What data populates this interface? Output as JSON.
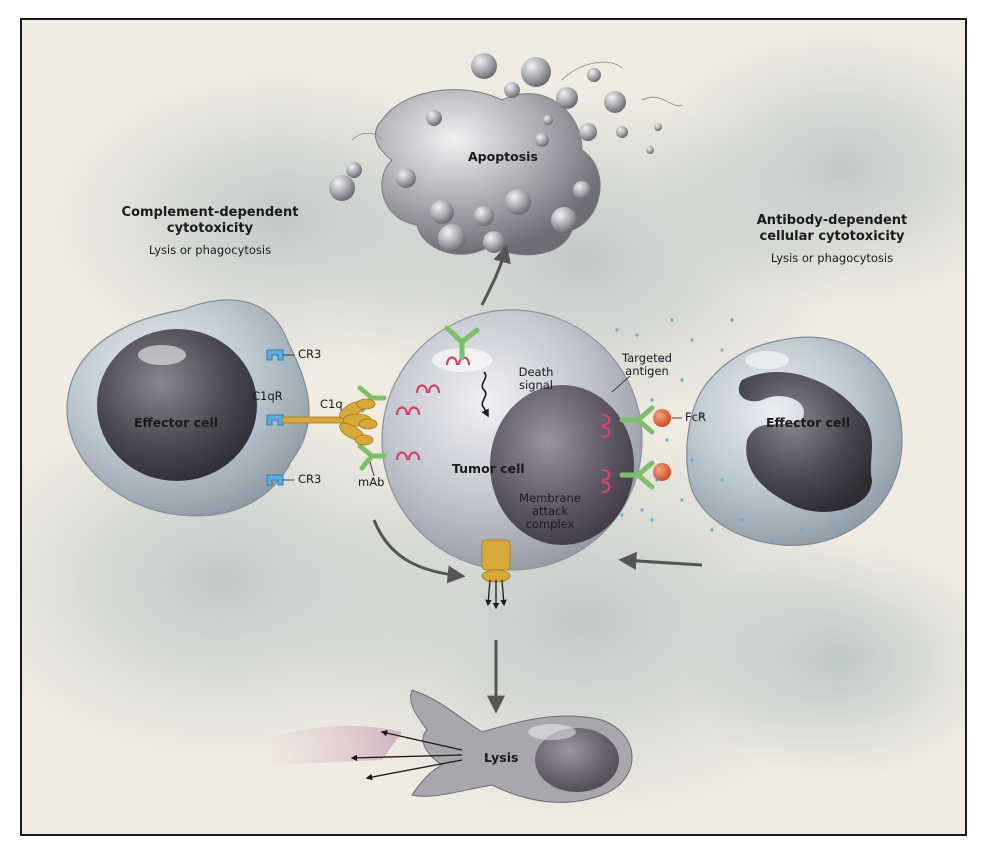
{
  "diagram": {
    "apoptosis_label": "Apoptosis",
    "cdc": {
      "title_line1": "Complement-dependent",
      "title_line2": "cytotoxicity",
      "subtitle": "Lysis or phagocytosis"
    },
    "adcc": {
      "title_line1": "Antibody-dependent",
      "title_line2": "cellular cytotoxicity",
      "subtitle": "Lysis or phagocytosis"
    },
    "left_effector_label": "Effector cell",
    "right_effector_label": "Effector cell",
    "tumor_label": "Tumor cell",
    "lysis_label": "Lysis",
    "labels": {
      "cr3_top": "CR3",
      "cr3_bottom": "CR3",
      "c1qr": "C1qR",
      "c1q": "C1q",
      "mab": "mAb",
      "death_signal_line1": "Death",
      "death_signal_line2": "signal",
      "targeted_line1": "Targeted",
      "targeted_line2": "antigen",
      "fcr": "FcR",
      "mac_line1": "Membrane",
      "mac_line2": "attack",
      "mac_line3": "complex"
    },
    "colors": {
      "background": "#f1ece1",
      "bg_cloud": "#b9c8c8",
      "cell_membrane": "#b9c7d0",
      "nucleus": "#4a4850",
      "antibody": "#7dc06b",
      "antigen": "#d2456a",
      "receptor_cr3": "#5aaee0",
      "complement": "#d9a83a",
      "fcr": "#e2673c",
      "arrow": "#555555"
    }
  }
}
